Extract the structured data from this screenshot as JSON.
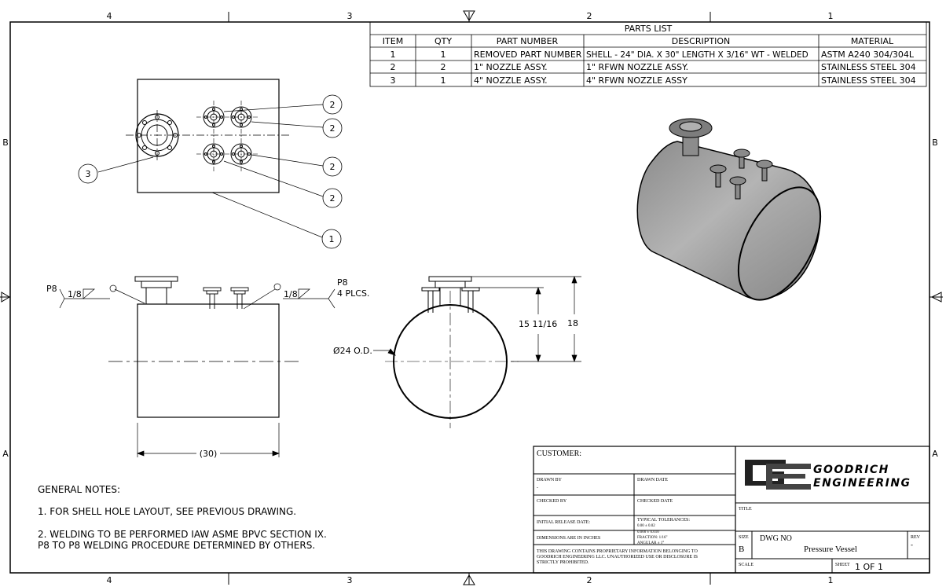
{
  "zones": {
    "top": [
      "4",
      "3",
      "2",
      "1"
    ],
    "side": [
      "B",
      "A"
    ]
  },
  "parts_list": {
    "title": "PARTS LIST",
    "headers": [
      "ITEM",
      "QTY",
      "PART NUMBER",
      "DESCRIPTION",
      "MATERIAL"
    ],
    "rows": [
      [
        "1",
        "1",
        "REMOVED PART NUMBER",
        "SHELL - 24\" DIA. X 30\" LENGTH X 3/16\" WT - WELDED",
        "ASTM A240 304/304L"
      ],
      [
        "2",
        "2",
        "1\" NOZZLE ASSY.",
        "1\" RFWN NOZZLE ASSY.",
        "STAINLESS STEEL 304"
      ],
      [
        "3",
        "1",
        "4\" NOZZLE ASSY.",
        "4\" RFWN NOZZLE ASSY",
        "STAINLESS STEEL 304"
      ]
    ]
  },
  "balloons": {
    "item1": "1",
    "item2": "2",
    "item3": "3"
  },
  "weld": {
    "process_left": "P8",
    "size": "1/8",
    "process_right": "P8",
    "count": "4 PLCS."
  },
  "dims": {
    "length": "(30)",
    "diameter": "Ø24 O.D.",
    "height_a": "15 11/16",
    "height_b": "18"
  },
  "notes": {
    "heading": "GENERAL NOTES:",
    "n1": "1. FOR SHELL HOLE LAYOUT, SEE PREVIOUS DRAWING.",
    "n2a": "2. WELDING TO BE PERFORMED IAW ASME BPVC SECTION IX.",
    "n2b": "P8 TO P8 WELDING PROCEDURE DETERMINED BY OTHERS."
  },
  "title_block": {
    "customer": "CUSTOMER:",
    "drawn_by": "DRAWN BY",
    "drawn_by_value": "-",
    "drawn_date": "DRAWN DATE",
    "checked_by": "CHECKED BY",
    "checked_date": "CHECKED DATE",
    "release": "INITIAL RELEASE DATE:",
    "dims_note": "DIMENSIONS ARE IN INCHES",
    "tol_title": "TYPICAL TOLERANCES:",
    "tol1": "0.00 ± 0.02",
    "tol2": "0.000 ± 0.010",
    "tol3": "FRACTION: 1/16\"",
    "tol4": "ANGULAR ± 1°",
    "prop1": "THIS DRAWING CONTAINS PROPRIETARY INFORMATION BELONGING TO",
    "prop2": "GOODRICH ENGINEERING LLC. UNAUTHORIZED USE OR DISCLOSURE IS",
    "prop3": "STRICTLY PROHIBITED.",
    "logo_line1": "GOODRICH",
    "logo_line2": "ENGINEERING",
    "title_label": "TITLE",
    "size_label": "SIZE",
    "size_value": "B",
    "dwg_label": "DWG NO",
    "dwg_value": "Pressure Vessel",
    "rev_label": "REV",
    "rev_value": "-",
    "scale_label": "SCALE",
    "sheet_label": "SHEET",
    "sheet_value": "1 OF 1"
  }
}
